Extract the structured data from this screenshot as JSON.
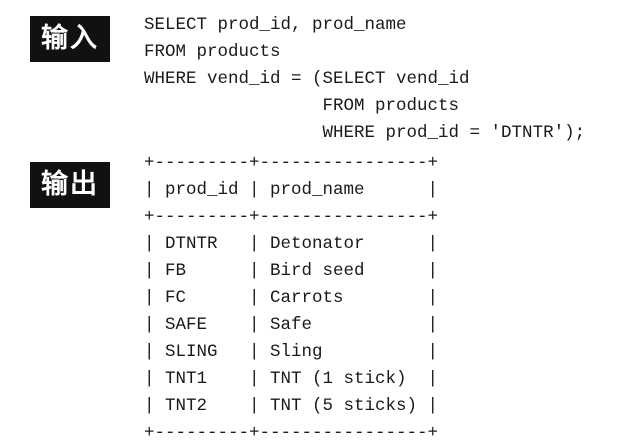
{
  "input": {
    "label": "输入",
    "lines": [
      "SELECT prod_id, prod_name",
      "FROM products",
      "WHERE vend_id = (SELECT vend_id",
      "                 FROM products",
      "                 WHERE prod_id = 'DTNTR');"
    ]
  },
  "output": {
    "label": "输出",
    "lines": [
      "+---------+----------------+",
      "| prod_id | prod_name      |",
      "+---------+----------------+",
      "| DTNTR   | Detonator      |",
      "| FB      | Bird seed      |",
      "| FC      | Carrots        |",
      "| SAFE    | Safe           |",
      "| SLING   | Sling          |",
      "| TNT1    | TNT (1 stick)  |",
      "| TNT2    | TNT (5 sticks) |",
      "+---------+----------------+"
    ]
  }
}
